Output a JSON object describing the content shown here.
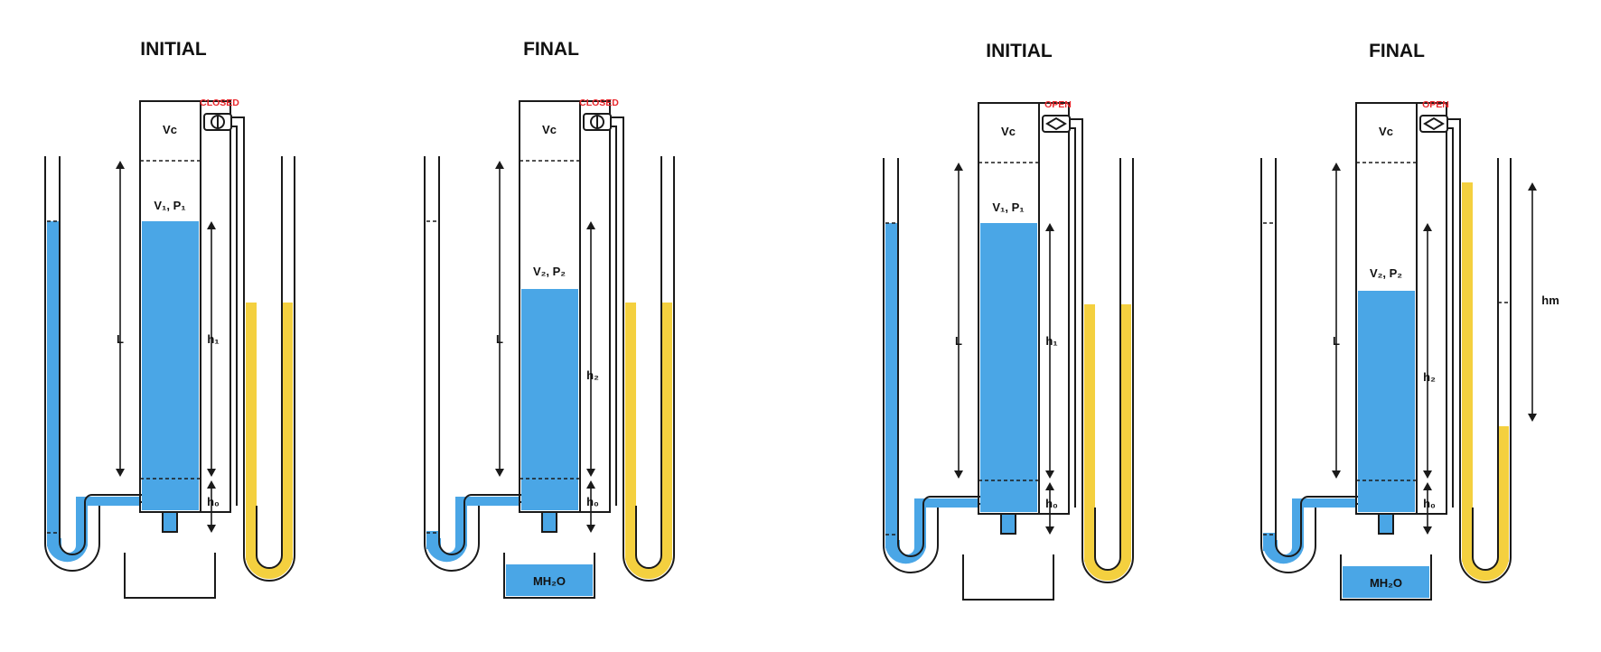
{
  "colors": {
    "water": "#4aa6e6",
    "oil": "#f4d03f",
    "valve_label": "#e8262b",
    "stroke": "#1a1a1a"
  },
  "panels": [
    {
      "title": "INITIAL",
      "valve": {
        "label": "CLOSED",
        "state": "closed"
      },
      "labels": {
        "vc": "Vc",
        "vp": "V₁, P₁",
        "L": "L",
        "h": "h₁",
        "h0": "h₀",
        "hm": "",
        "mass": ""
      },
      "has_mass": false
    },
    {
      "title": "FINAL",
      "valve": {
        "label": "CLOSED",
        "state": "closed"
      },
      "labels": {
        "vc": "Vc",
        "vp": "V₂, P₂",
        "L": "L",
        "h": "h₂",
        "h0": "h₀",
        "hm": "",
        "mass": "MH₂O"
      },
      "has_mass": true
    },
    {
      "title": "INITIAL",
      "valve": {
        "label": "OPEN",
        "state": "open"
      },
      "labels": {
        "vc": "Vc",
        "vp": "V₁, P₁",
        "L": "L",
        "h": "h₁",
        "h0": "h₀",
        "hm": "",
        "mass": ""
      },
      "has_mass": false
    },
    {
      "title": "FINAL",
      "valve": {
        "label": "OPEN",
        "state": "open"
      },
      "labels": {
        "vc": "Vc",
        "vp": "V₂, P₂",
        "L": "L",
        "h": "h₂",
        "h0": "h₀",
        "hm": "hm",
        "mass": "MH₂O"
      },
      "has_mass": true
    }
  ]
}
